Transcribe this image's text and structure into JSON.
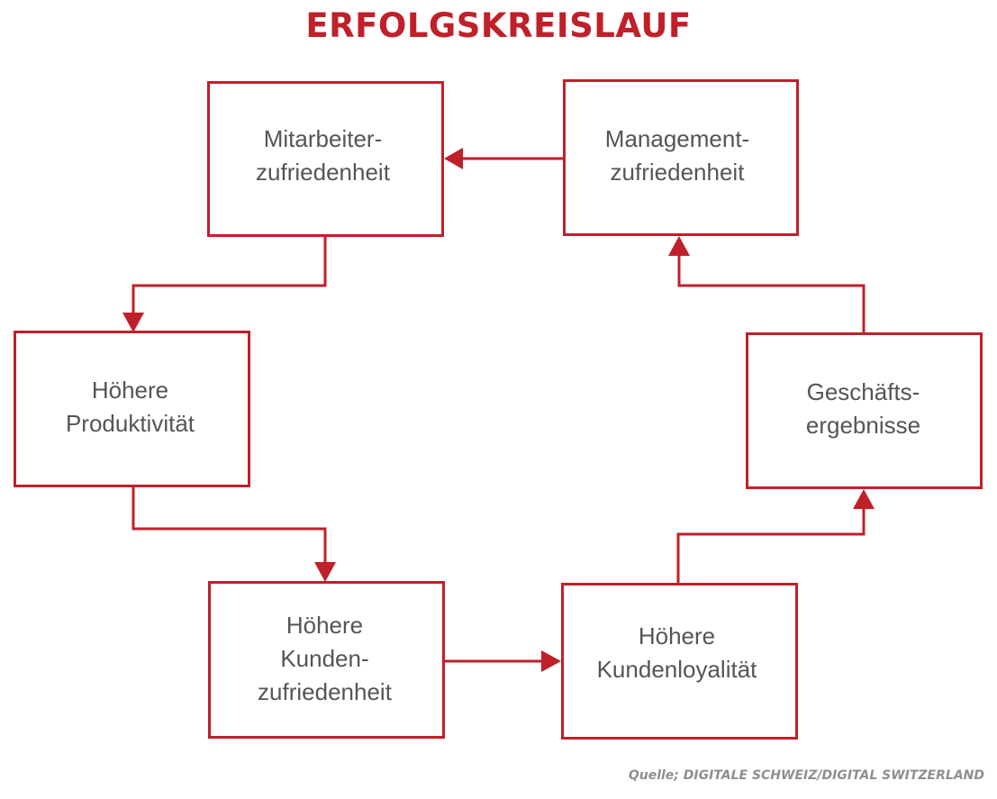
{
  "title": "ERFOLGSKREISLAUF",
  "colors": {
    "accent": "#c0202a",
    "text": "#555555",
    "source": "#8f8f8f"
  },
  "boxes": {
    "mitarbeiter": "Mitarbeiter-\nzufriedenheit",
    "management": "Management-\nzufriedenheit",
    "produktivitaet": "Höhere\nProduktivität",
    "geschaeftsergebnisse": "Geschäfts-\nergebnisse",
    "kundenzufriedenheit": "Höhere\nKunden-\nzufriedenheit",
    "kundenloyalitaet": "Höhere\nKundenloyalität"
  },
  "source": "Quelle; DIGITALE SCHWEIZ/DIGITAL SWITZERLAND"
}
